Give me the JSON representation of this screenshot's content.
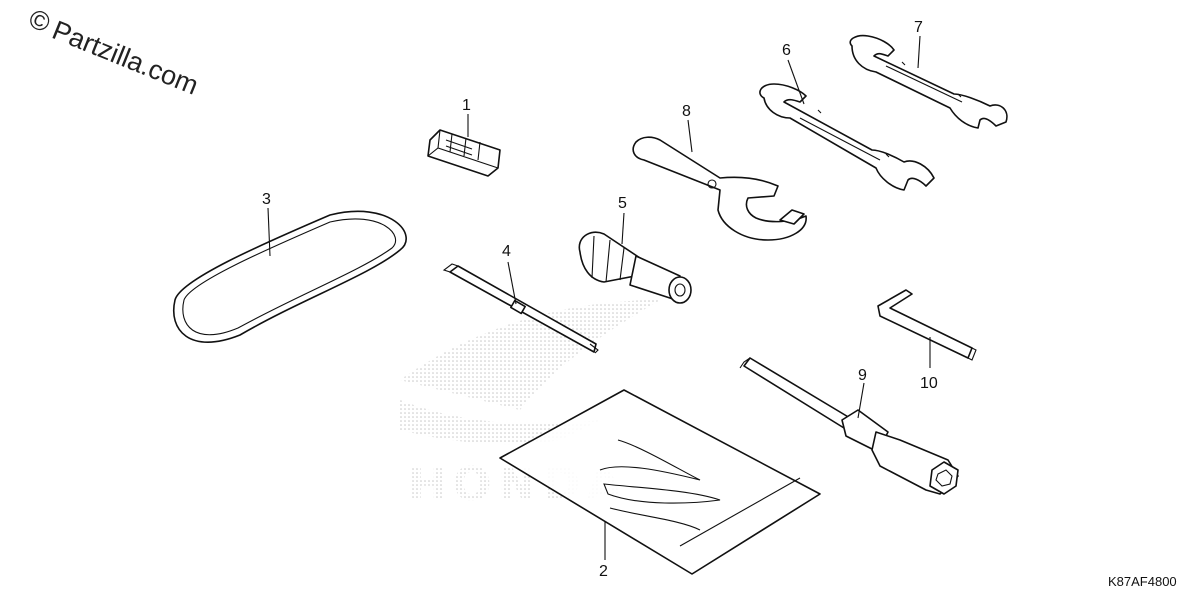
{
  "watermark": {
    "symbol": "©",
    "text": "Partzilla.com"
  },
  "drawing_ref": "K87AF4800",
  "background_logo": {
    "text": "HONDA"
  },
  "callouts": [
    {
      "id": "c1",
      "label": "1"
    },
    {
      "id": "c2",
      "label": "2"
    },
    {
      "id": "c3",
      "label": "3"
    },
    {
      "id": "c4",
      "label": "4"
    },
    {
      "id": "c5",
      "label": "5"
    },
    {
      "id": "c6",
      "label": "6"
    },
    {
      "id": "c7",
      "label": "7"
    },
    {
      "id": "c8",
      "label": "8"
    },
    {
      "id": "c9",
      "label": "9"
    },
    {
      "id": "c10",
      "label": "10"
    }
  ]
}
